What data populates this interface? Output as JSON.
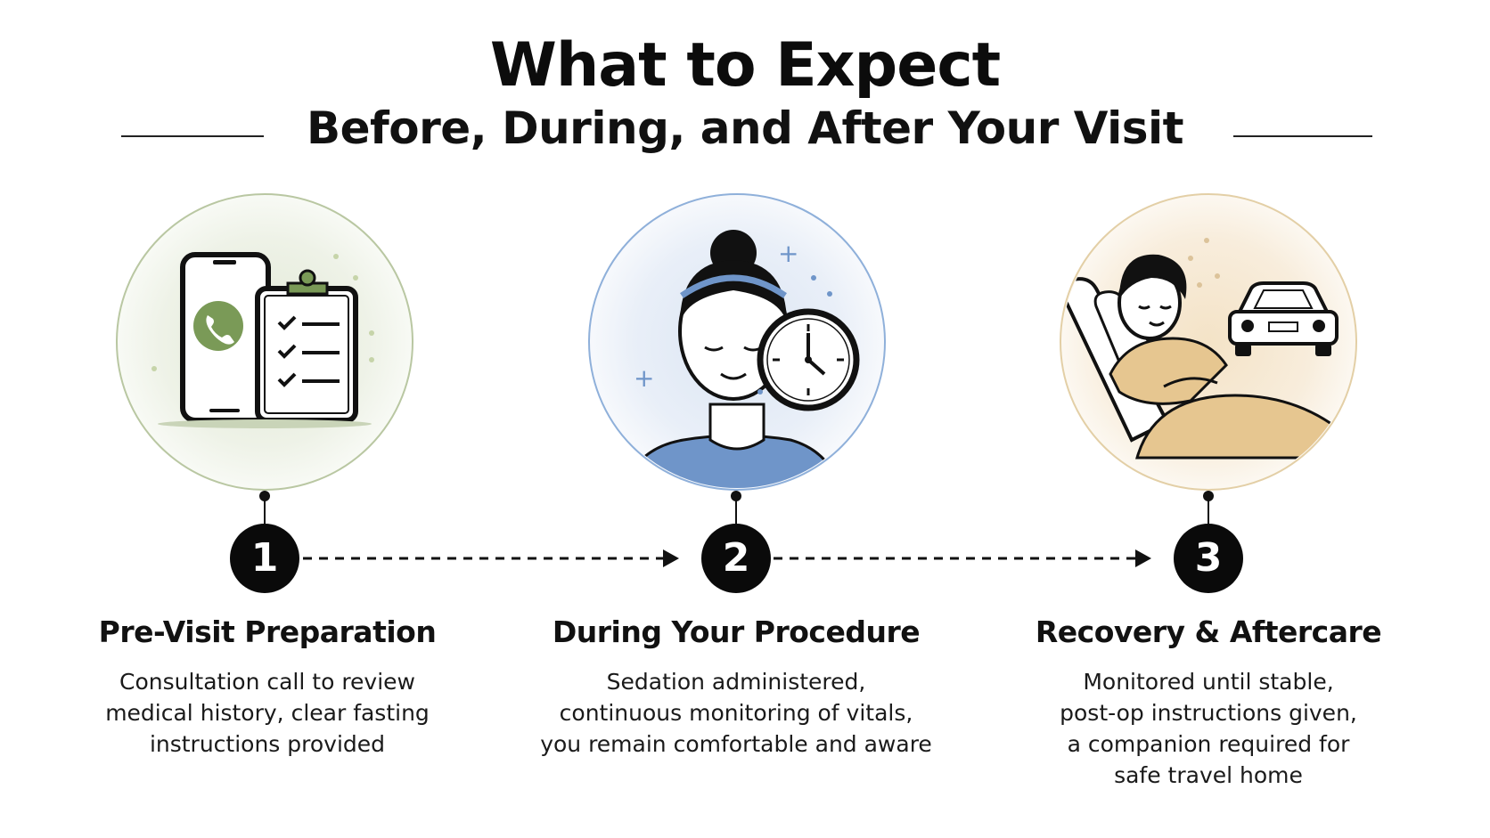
{
  "header": {
    "title": "What to Expect",
    "subtitle": "Before, During, and After Your Visit"
  },
  "colors": {
    "accent_green": "#7a9a57",
    "accent_blue": "#6f95c9",
    "accent_tan": "#e6c690",
    "badge": "#0a0a0a"
  },
  "steps": [
    {
      "number": "1",
      "title": "Pre-Visit Preparation",
      "description": [
        "Consultation call to review",
        "medical history, clear fasting",
        "instructions provided"
      ],
      "icons": [
        "phone-call-icon",
        "clipboard-checklist-icon"
      ]
    },
    {
      "number": "2",
      "title": "During Your Procedure",
      "description": [
        "Sedation administered,",
        "continuous monitoring of vitals,",
        "you remain comfortable and aware"
      ],
      "icons": [
        "calm-patient-icon",
        "clock-icon"
      ]
    },
    {
      "number": "3",
      "title": "Recovery & Aftercare",
      "description": [
        "Monitored until stable,",
        "post-op instructions given,",
        "a companion required for",
        "safe travel home"
      ],
      "icons": [
        "resting-patient-icon",
        "car-icon"
      ]
    }
  ]
}
